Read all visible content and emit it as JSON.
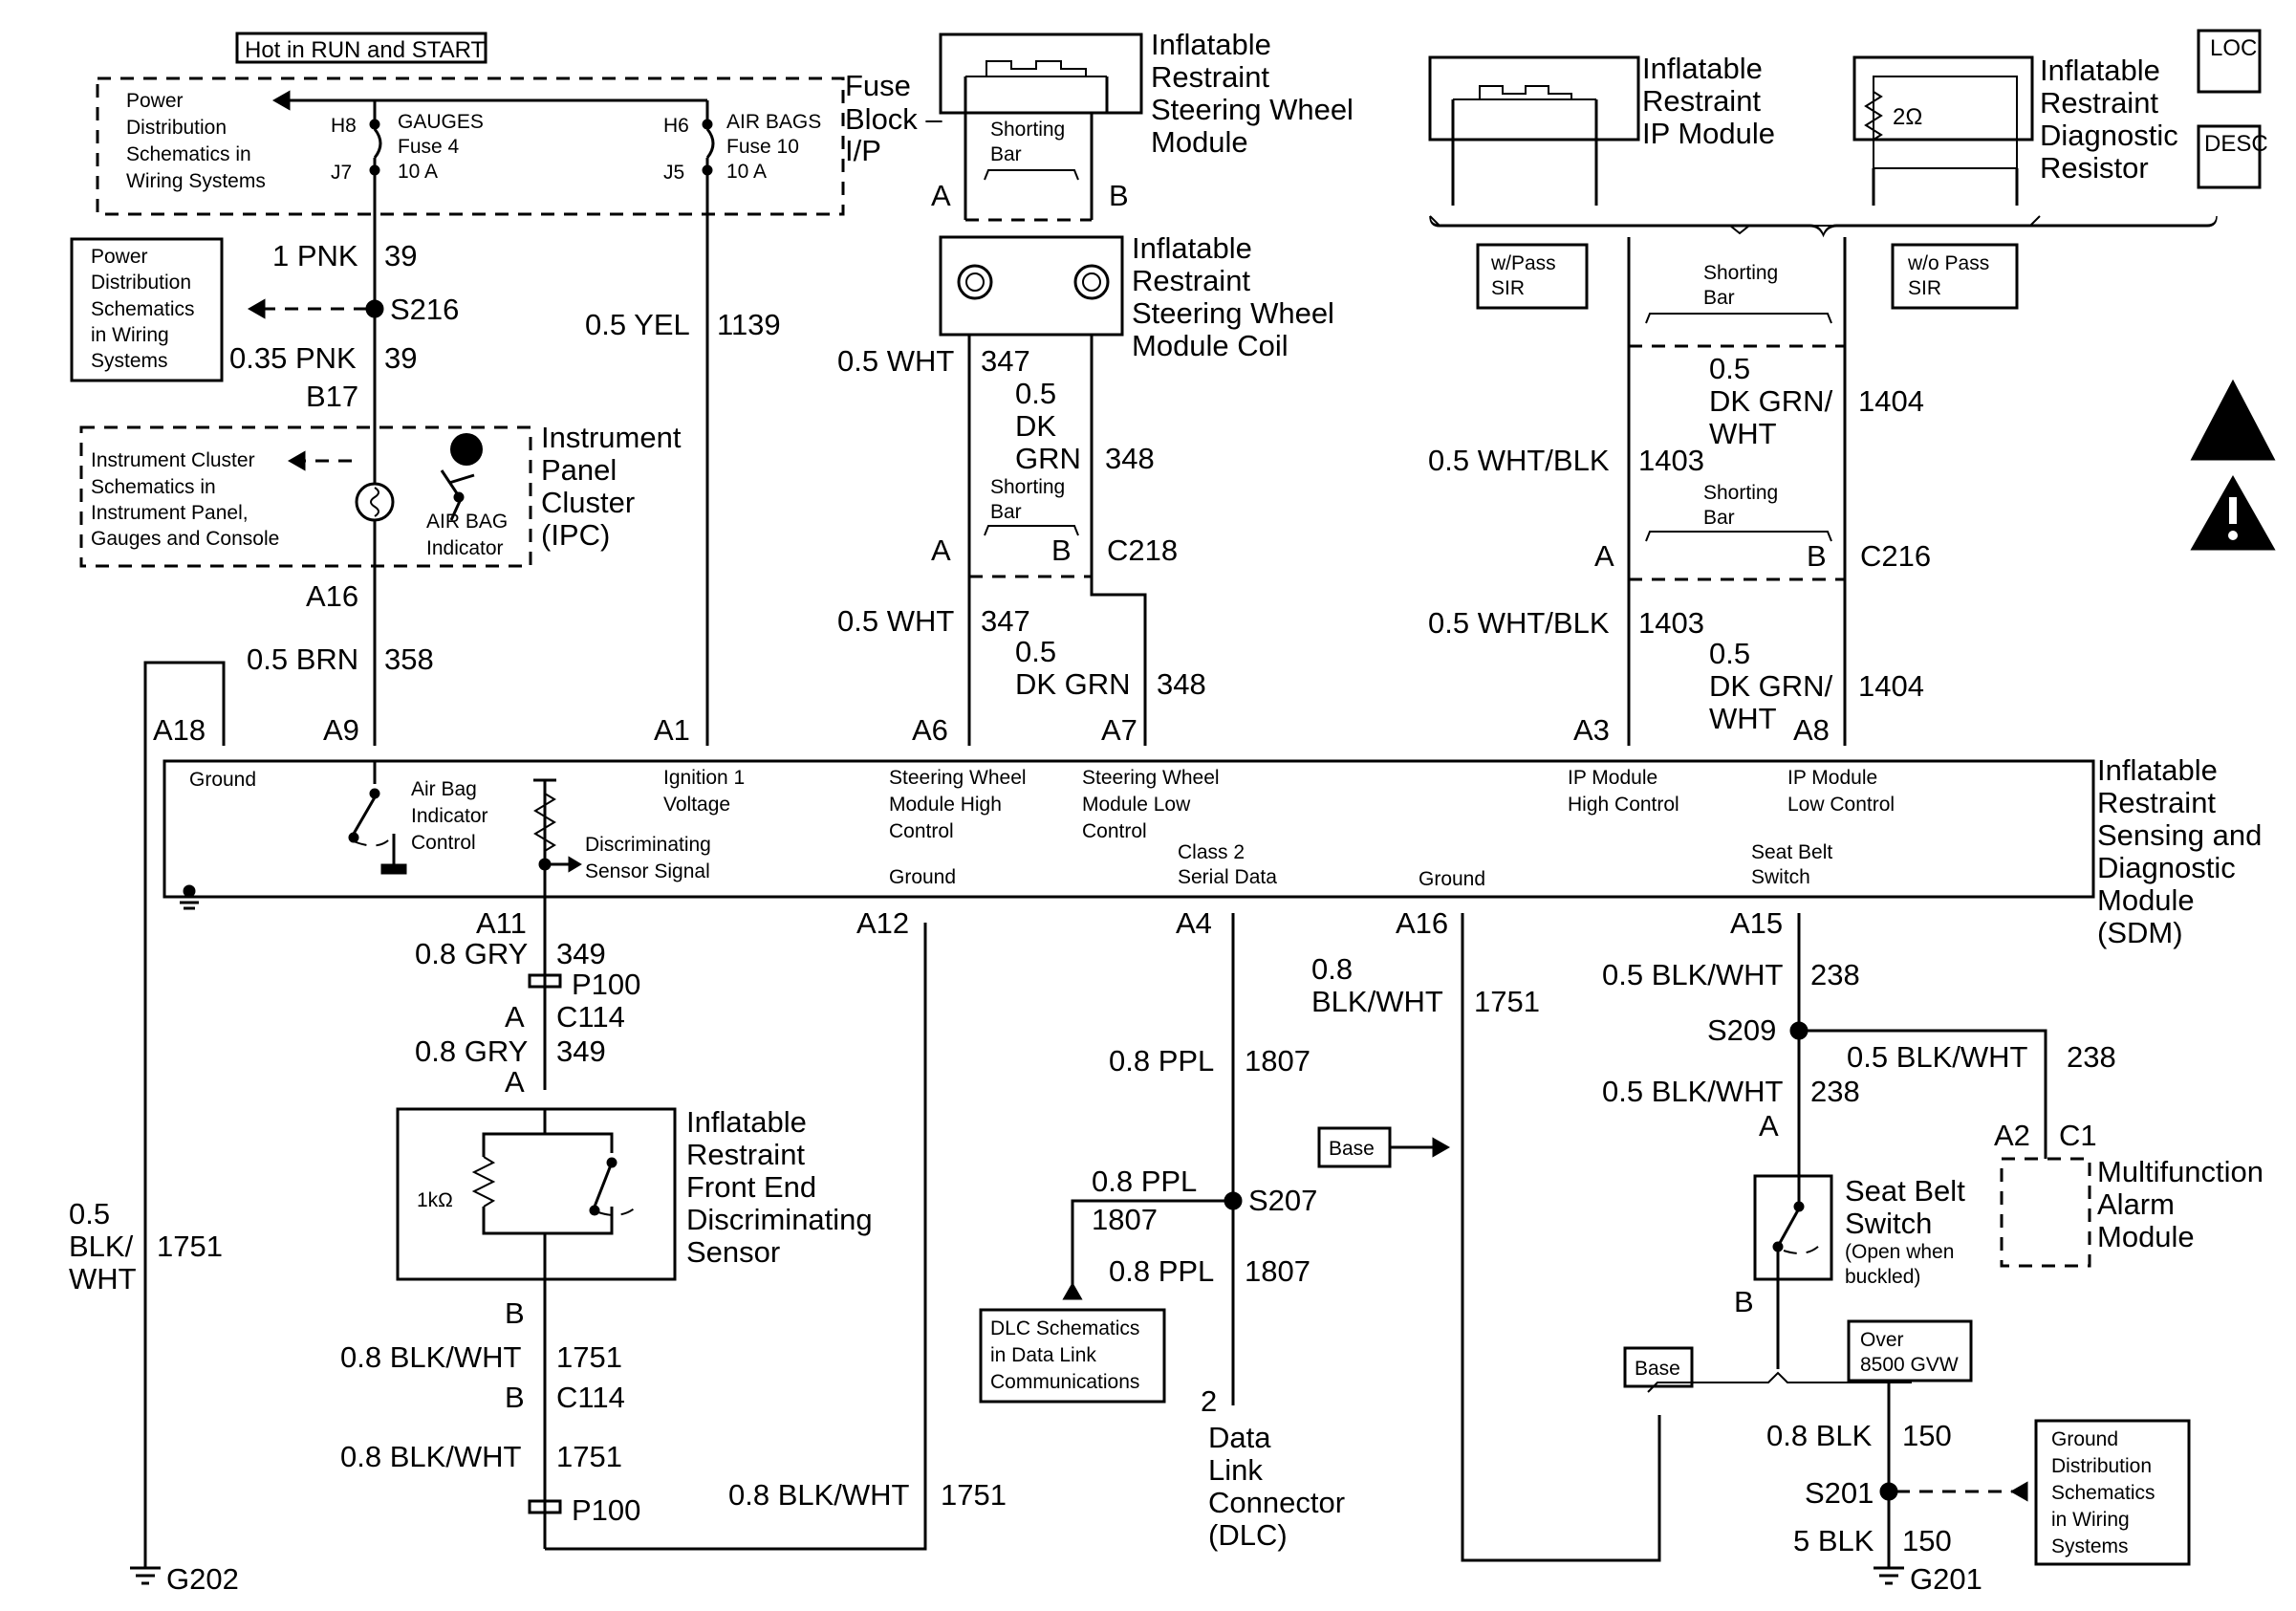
{
  "fuse_block": {
    "hot_label": "Hot in RUN and START",
    "label_1": "Fuse",
    "label_2": "Block –",
    "label_3": "I/P",
    "ref_lines": [
      "Power",
      "Distribution",
      "Schematics in",
      "Wiring Systems"
    ],
    "gauges": {
      "pin_in": "H8",
      "pin_out": "J7",
      "name": "GAUGES",
      "fuse": "Fuse 4",
      "rating": "10 A"
    },
    "airbags": {
      "pin_in": "H6",
      "pin_out": "J5",
      "name": "AIR BAGS",
      "fuse": "Fuse 10",
      "rating": "10 A"
    }
  },
  "power_dist_ref": [
    "Power",
    "Distribution",
    "Schematics",
    "in Wiring",
    "Systems"
  ],
  "ipc": {
    "ref": [
      "Instrument Cluster",
      "Schematics in",
      "Instrument Panel,",
      "Gauges and Console"
    ],
    "indicator": [
      "AIR BAG",
      "Indicator"
    ],
    "title": [
      "Instrument",
      "Panel",
      "Cluster",
      "(IPC)"
    ]
  },
  "steering_module": {
    "title": [
      "Inflatable",
      "Restraint",
      "Steering Wheel",
      "Module"
    ],
    "bar": [
      "Shorting",
      "Bar"
    ],
    "pin_a": "A",
    "pin_b": "B"
  },
  "coil": {
    "title": [
      "Inflatable",
      "Restraint",
      "Steering Wheel",
      "Module Coil"
    ]
  },
  "c218": {
    "bar": [
      "Shorting",
      "Bar"
    ],
    "pin_a": "A",
    "pin_b": "B",
    "name": "C218"
  },
  "ip_module": {
    "title": [
      "Inflatable",
      "Restraint",
      "IP Module"
    ],
    "with_pass": [
      "w/Pass",
      "SIR"
    ],
    "without_pass": [
      "w/o Pass",
      "SIR"
    ]
  },
  "resistor": {
    "value": "2Ω",
    "title": [
      "Inflatable",
      "Restraint",
      "Diagnostic",
      "Resistor"
    ]
  },
  "c216": {
    "bar_top": [
      "Shorting",
      "Bar"
    ],
    "bar_bottom": [
      "Shorting",
      "Bar"
    ],
    "pin_a": "A",
    "pin_b": "B",
    "name": "C216"
  },
  "icons": {
    "loc": "LOC",
    "desc": "DESC"
  },
  "sdm": {
    "title": [
      "Inflatable",
      "Restraint",
      "Sensing and",
      "Diagnostic",
      "Module",
      "(SDM)"
    ],
    "labels": {
      "ground_top": "Ground",
      "airbag": [
        "Air Bag",
        "Indicator",
        "Control"
      ],
      "ign": [
        "Ignition 1",
        "Voltage"
      ],
      "disc": [
        "Discriminating",
        "Sensor Signal"
      ],
      "swh": [
        "Steering Wheel",
        "Module High",
        "Control"
      ],
      "swl": [
        "Steering Wheel",
        "Module Low",
        "Control"
      ],
      "ground_a12": "Ground",
      "class2": [
        "Class 2",
        "Serial Data"
      ],
      "ground_a16": "Ground",
      "iph": [
        "IP Module",
        "High Control"
      ],
      "ipl": [
        "IP Module",
        "Low Control"
      ],
      "seat": [
        "Seat Belt",
        "Switch"
      ]
    }
  },
  "pins": {
    "b17": "B17",
    "a16": "A16",
    "a18": "A18",
    "a9": "A9",
    "a1": "A1",
    "a6": "A6",
    "a7": "A7",
    "a3": "A3",
    "a8": "A8",
    "a11": "A11",
    "a12": "A12",
    "a4": "A4",
    "a16b": "A16",
    "a15": "A15"
  },
  "splices": {
    "s216": "S216",
    "s207": "S207",
    "s209": "S209",
    "s201": "S201"
  },
  "connectors": {
    "p100": "P100"
  },
  "c114": {
    "name": "C114",
    "pin_a": "A",
    "pin_b": "B"
  },
  "front_sensor": {
    "resistor": "1kΩ",
    "title": [
      "Inflatable",
      "Restraint",
      "Front End",
      "Discriminating",
      "Sensor"
    ],
    "pin_b": "B"
  },
  "dlc": {
    "ref": [
      "DLC Schematics",
      "in Data Link",
      "Communications"
    ],
    "pin": "2",
    "title": [
      "Data",
      "Link",
      "Connector",
      "(DLC)"
    ]
  },
  "seat_belt": {
    "pin_a": "A",
    "pin_b": "B",
    "title": [
      "Seat Belt",
      "Switch"
    ],
    "note": [
      "(Open when",
      "buckled)"
    ]
  },
  "alarm": {
    "pin_a2": "A2",
    "pin_c1": "C1",
    "title": [
      "Multifunction",
      "Alarm",
      "Module"
    ]
  },
  "options": {
    "base": "Base",
    "over_gvw": [
      "Over",
      "8500 GVW"
    ]
  },
  "ground_ref": [
    "Ground",
    "Distribution",
    "Schematics",
    "in Wiring",
    "Systems"
  ],
  "grounds": {
    "g202": "G202",
    "g201": "G201"
  },
  "wires": {
    "w39a": {
      "gauge": "1 PNK",
      "circuit": "39"
    },
    "w39b": {
      "gauge": "0.35 PNK",
      "circuit": "39"
    },
    "w358": {
      "gauge": "0.5 BRN",
      "circuit": "358"
    },
    "w1139": {
      "gauge": "0.5 YEL",
      "circuit": "1139"
    },
    "w1751g": {
      "gauge": [
        "0.5",
        "BLK/",
        "WHT"
      ],
      "circuit": "1751"
    },
    "w347a": {
      "gauge": "0.5 WHT",
      "circuit": "347"
    },
    "w348a": {
      "gauge": [
        "0.5",
        "DK",
        "GRN"
      ],
      "circuit": "348"
    },
    "w347b": {
      "gauge": "0.5 WHT",
      "circuit": "347"
    },
    "w348b": {
      "gauge": [
        "0.5",
        "DK GRN"
      ],
      "circuit": "348"
    },
    "w1403a": {
      "gauge": "0.5 WHT/BLK",
      "circuit": "1403"
    },
    "w1403b": {
      "gauge": "0.5 WHT/BLK",
      "circuit": "1403"
    },
    "w1404a": {
      "gauge": [
        "0.5",
        "DK GRN/",
        "WHT"
      ],
      "circuit": "1404"
    },
    "w1404b": {
      "gauge": [
        "0.5",
        "DK GRN/",
        "WHT"
      ],
      "circuit": "1404"
    },
    "w349a": {
      "gauge": "0.8 GRY",
      "circuit": "349"
    },
    "w349b": {
      "gauge": "0.8 GRY",
      "circuit": "349"
    },
    "w1751a": {
      "gauge": "0.8 BLK/WHT",
      "circuit": "1751"
    },
    "w1751b": {
      "gauge": "0.8 BLK/WHT",
      "circuit": "1751"
    },
    "w1751c": {
      "gauge": "0.8 BLK/WHT",
      "circuit": "1751"
    },
    "w1751d": {
      "gauge": [
        "0.8",
        "BLK/WHT"
      ],
      "circuit": "1751"
    },
    "w1807a": {
      "gauge": "0.8 PPL",
      "circuit": "1807"
    },
    "w1807b": {
      "gauge": "0.8 PPL",
      "circuit": "1807"
    },
    "w1807c": {
      "gauge": "0.8 PPL",
      "circuit": "1807"
    },
    "w238a": {
      "gauge": "0.5 BLK/WHT",
      "circuit": "238"
    },
    "w238b": {
      "gauge": "0.5 BLK/WHT",
      "circuit": "238"
    },
    "w238c": {
      "gauge": "0.5 BLK/WHT",
      "circuit": "238"
    },
    "w150a": {
      "gauge": "0.8 BLK",
      "circuit": "150"
    },
    "w150b": {
      "gauge": "5 BLK",
      "circuit": "150"
    }
  }
}
